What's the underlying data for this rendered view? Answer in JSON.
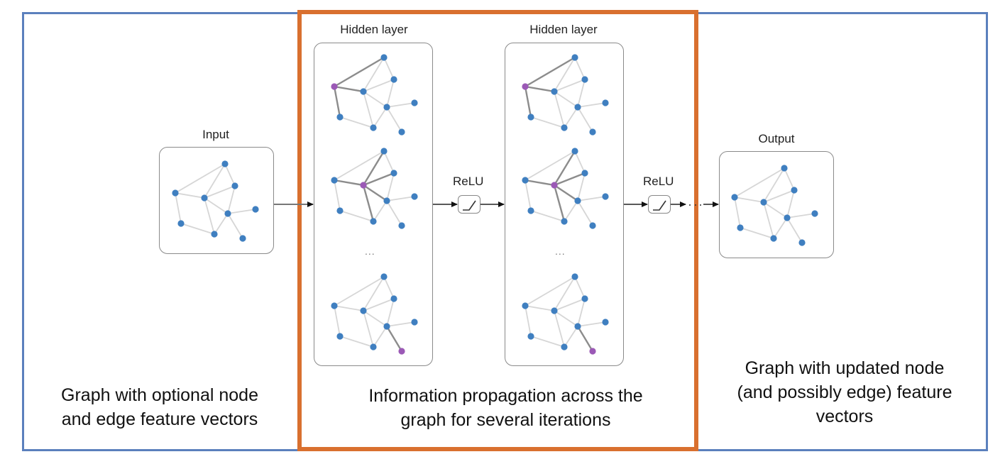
{
  "diagram": {
    "title": "Graph neural network information propagation",
    "colors": {
      "outer_frame": "#5b80bd",
      "propagation_frame": "#d9702f",
      "node": "#3f7fc0",
      "highlight_node": "#9b59b6",
      "edge": "#d6d6d6",
      "highlight_edge": "#8c8c8c",
      "panel_border": "#8a8a8a"
    },
    "graph": {
      "nodes": [
        "n0",
        "n1",
        "n2",
        "n3",
        "n4",
        "n5",
        "n6",
        "n7",
        "n8"
      ],
      "edges": [
        [
          "n0",
          "n1"
        ],
        [
          "n0",
          "n2"
        ],
        [
          "n0",
          "n3"
        ],
        [
          "n2",
          "n3"
        ],
        [
          "n1",
          "n2"
        ],
        [
          "n1",
          "n6"
        ],
        [
          "n6",
          "n7"
        ],
        [
          "n2",
          "n7"
        ],
        [
          "n2",
          "n4"
        ],
        [
          "n3",
          "n4"
        ],
        [
          "n4",
          "n7"
        ],
        [
          "n4",
          "n5"
        ],
        [
          "n4",
          "n8"
        ]
      ]
    },
    "input": {
      "label": "Input"
    },
    "hidden_layers": [
      {
        "label": "Hidden layer",
        "ellipsis": "...",
        "views": [
          {
            "highlight_node": "n1"
          },
          {
            "highlight_node": "n2"
          },
          {
            "highlight_node": "n8"
          }
        ]
      },
      {
        "label": "Hidden layer",
        "ellipsis": "...",
        "views": [
          {
            "highlight_node": "n1"
          },
          {
            "highlight_node": "n2"
          },
          {
            "highlight_node": "n8"
          }
        ]
      }
    ],
    "activations": [
      {
        "label": "ReLU"
      },
      {
        "label": "ReLU"
      }
    ],
    "output": {
      "label": "Output"
    },
    "captions": {
      "left": [
        "Graph with optional node",
        "and edge feature vectors"
      ],
      "middle": [
        "Information propagation across the",
        "graph for several iterations"
      ],
      "right": [
        "Graph with updated node",
        "(and possibly edge) feature",
        "vectors"
      ]
    }
  }
}
